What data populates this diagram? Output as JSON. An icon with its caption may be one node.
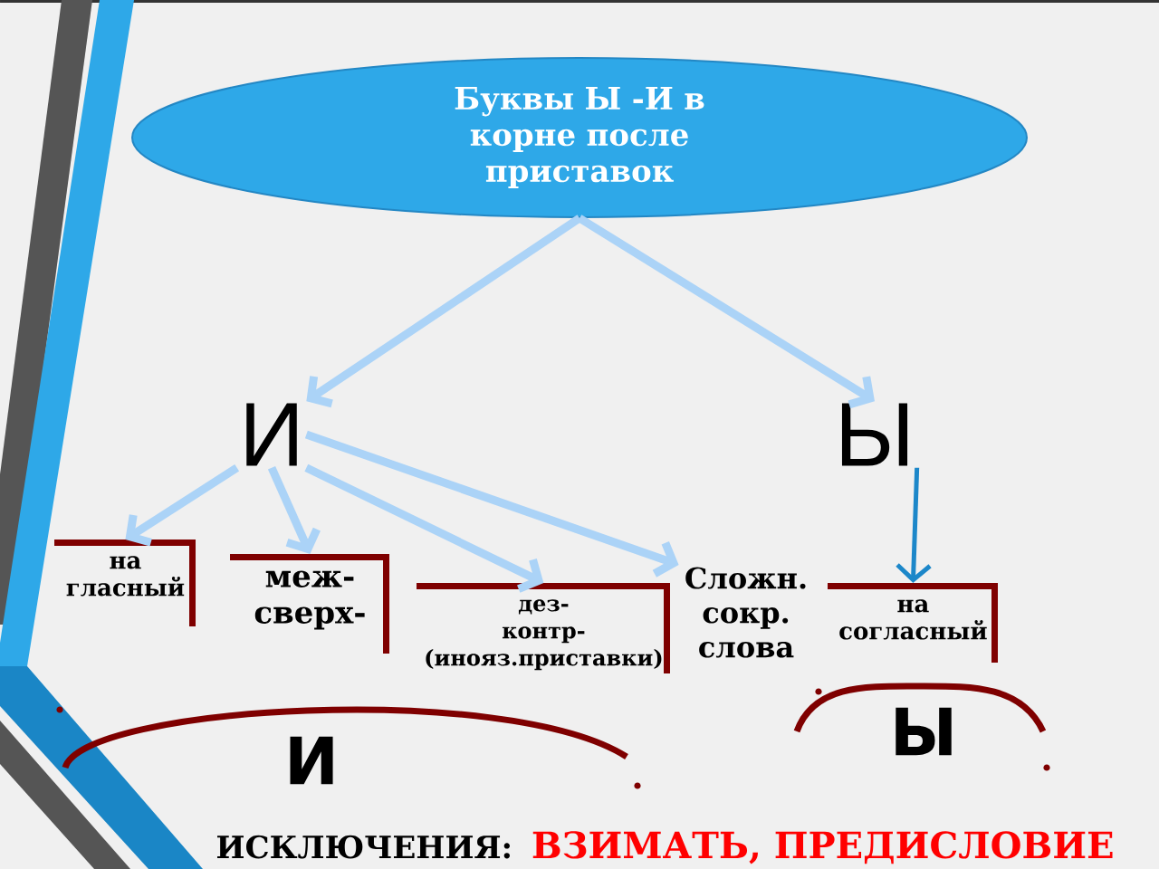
{
  "diagram": {
    "nodes": [
      {
        "text": [
          "Буквы Ы -И в корне после приставок"
        ]
      },
      {
        "text": [
          "И"
        ]
      },
      {
        "text": [
          "Ы"
        ]
      },
      {
        "text": [
          "на гласный"
        ]
      },
      {
        "text": [
          "меж-",
          "сверх-"
        ]
      },
      {
        "text": [
          "дез-",
          "контр- (инояз.приставки)"
        ]
      },
      {
        "text": [
          "Сложн. сокр. слова"
        ]
      },
      {
        "text": [
          "на согласный"
        ]
      }
    ],
    "edges": [
      {
        "from": 0,
        "to": 1,
        "arrow": "to"
      },
      {
        "from": 0,
        "to": 2,
        "arrow": "to"
      },
      {
        "from": 1,
        "to": 3,
        "arrow": "to"
      },
      {
        "from": 1,
        "to": 4,
        "arrow": "to"
      },
      {
        "from": 1,
        "to": 5,
        "arrow": "to"
      },
      {
        "from": 1,
        "to": 6,
        "arrow": "to"
      },
      {
        "from": 2,
        "to": 7,
        "arrow": "to",
        "color": "#1c87c9"
      }
    ],
    "labels": [
      "И",
      "Ы",
      "ИСКЛЮЧЕНИЯ:",
      "ВЗИМАТЬ, ПРЕДИСЛОВИЕ"
    ]
  }
}
